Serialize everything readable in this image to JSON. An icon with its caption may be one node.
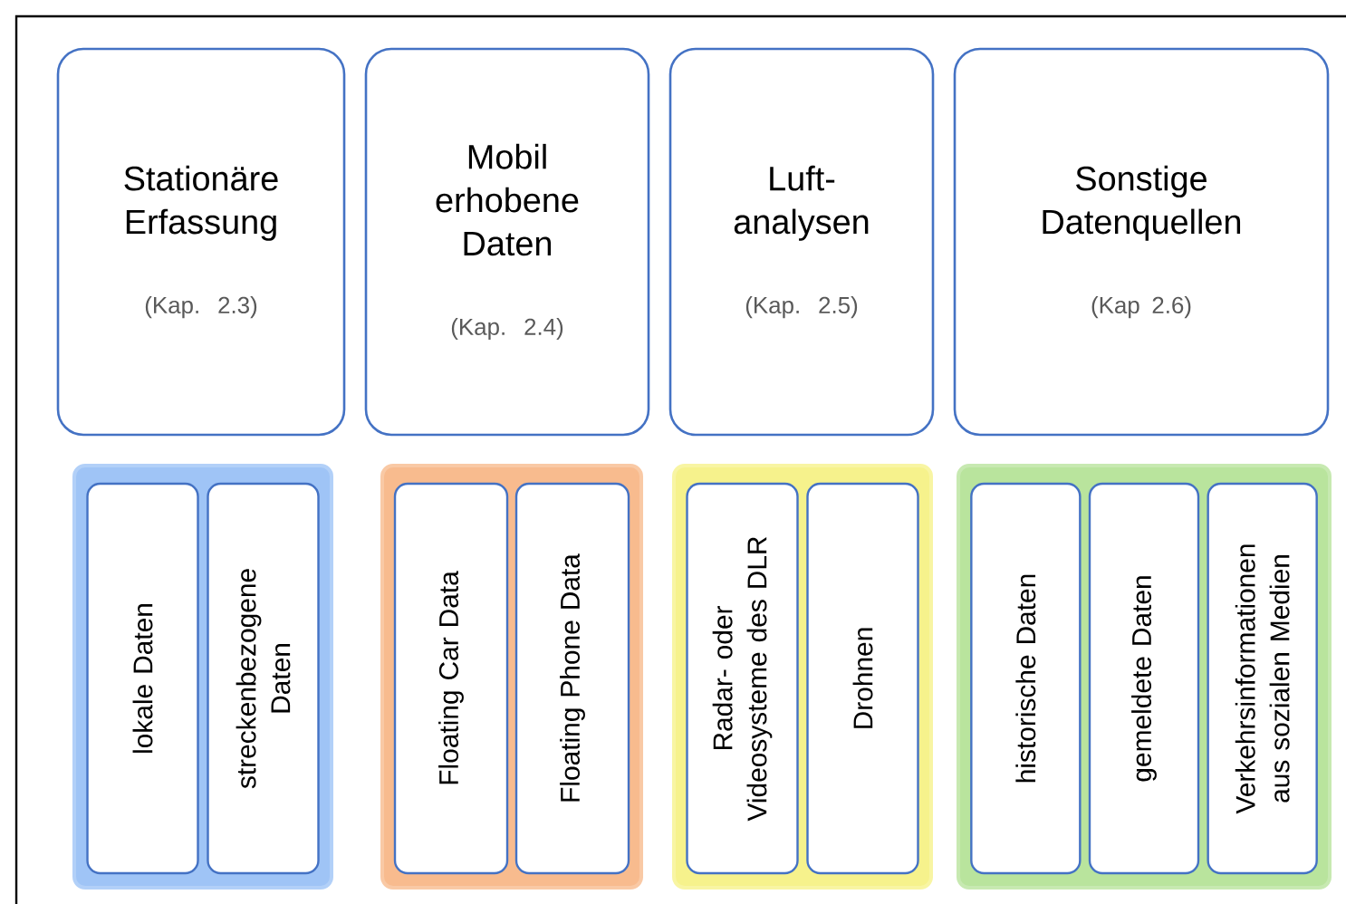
{
  "diagram": {
    "nodes": [
      {
        "text": [
          "Stationäre Erfassung",
          "(Kap. 2.3)"
        ]
      },
      {
        "text": [
          "Mobil erhobene Daten",
          "(Kap. 2.4)"
        ]
      },
      {
        "text": [
          "Luft-analysen",
          "(Kap. 2.5)"
        ]
      },
      {
        "text": [
          "Sonstige Datenquellen",
          "(Kap 2.6)"
        ]
      },
      {
        "text": [],
        "shape": "box"
      },
      {
        "text": [
          "lokale Daten"
        ],
        "in": 4
      },
      {
        "text": [
          "streckenbezogene Daten"
        ],
        "in": 4
      },
      {
        "text": [],
        "shape": "box"
      },
      {
        "text": [
          "Floating Car Data"
        ],
        "in": 7
      },
      {
        "text": [
          "Floating Phone Data"
        ],
        "in": 7
      },
      {
        "text": [],
        "shape": "box"
      },
      {
        "text": [
          "Radar- oder Videosysteme des DLR"
        ],
        "in": 10
      },
      {
        "text": [
          "Drohnen"
        ],
        "in": 10
      },
      {
        "text": [],
        "shape": "box"
      },
      {
        "text": [
          "historische Daten"
        ],
        "in": 13
      },
      {
        "text": [
          "gemeldete Daten"
        ],
        "in": 13
      },
      {
        "text": [
          "Verkehrsinformationen aus sozialen Medien"
        ],
        "in": 13
      }
    ]
  }
}
